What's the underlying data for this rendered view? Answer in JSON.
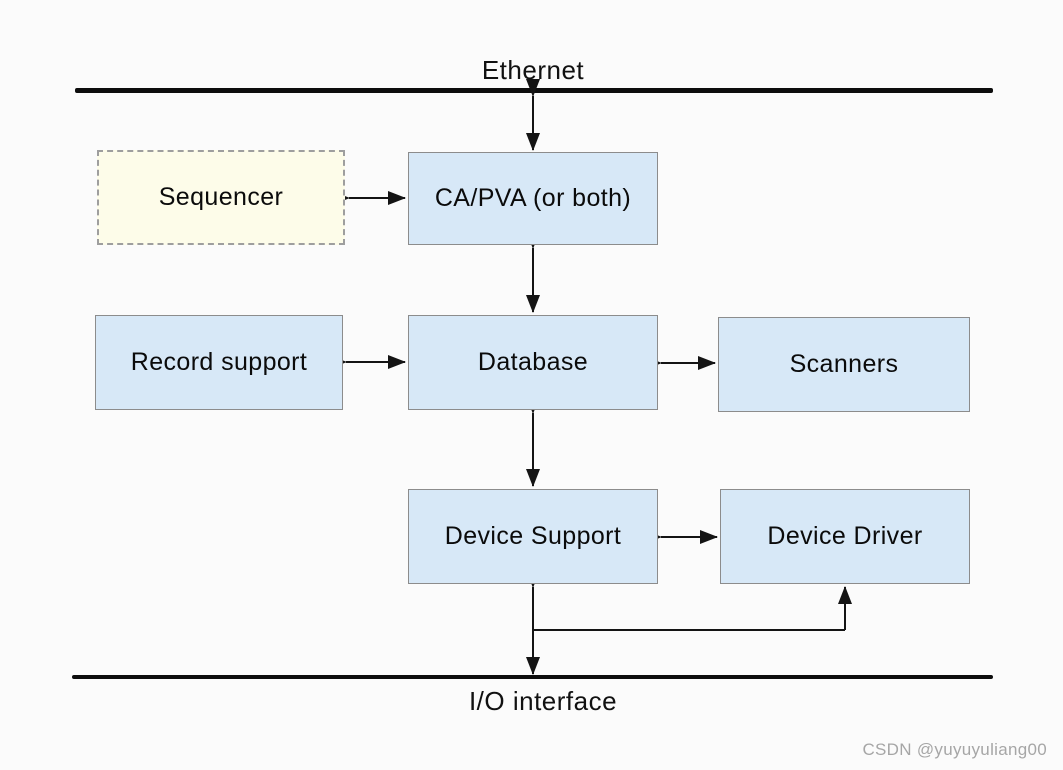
{
  "diagram": {
    "buses": {
      "top": "Ethernet",
      "bottom": "I/O interface"
    },
    "nodes": {
      "sequencer": "Sequencer",
      "ca_pva": "CA/PVA (or both)",
      "record_support": "Record support",
      "database": "Database",
      "scanners": "Scanners",
      "device_support": "Device Support",
      "device_driver": "Device Driver"
    },
    "colors": {
      "node_fill": "#d7e8f7",
      "node_border": "#8c8c8c",
      "sequencer_fill": "#fdfce9",
      "sequencer_border": "#9e9e9e",
      "line": "#141414",
      "background": "#fbfbfb",
      "watermark": "#a6a6a6"
    }
  },
  "watermark": "CSDN @yuyuyuliang00"
}
